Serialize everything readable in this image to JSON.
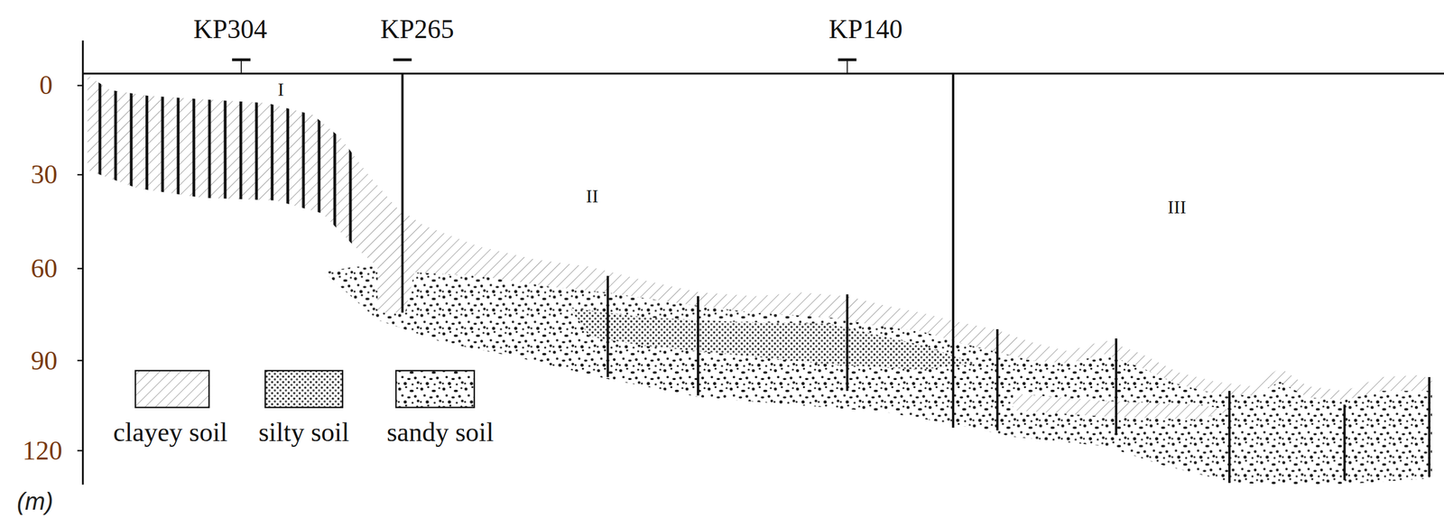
{
  "diagram": {
    "labels": [
      "KP304",
      "KP265",
      "KP140",
      "I",
      "II",
      "III",
      "0",
      "30",
      "60",
      "90",
      "120",
      "(m)"
    ],
    "legend": [
      {
        "text": "clayey soil"
      },
      {
        "text": "silty soil"
      },
      {
        "text": "sandy soil"
      }
    ]
  }
}
